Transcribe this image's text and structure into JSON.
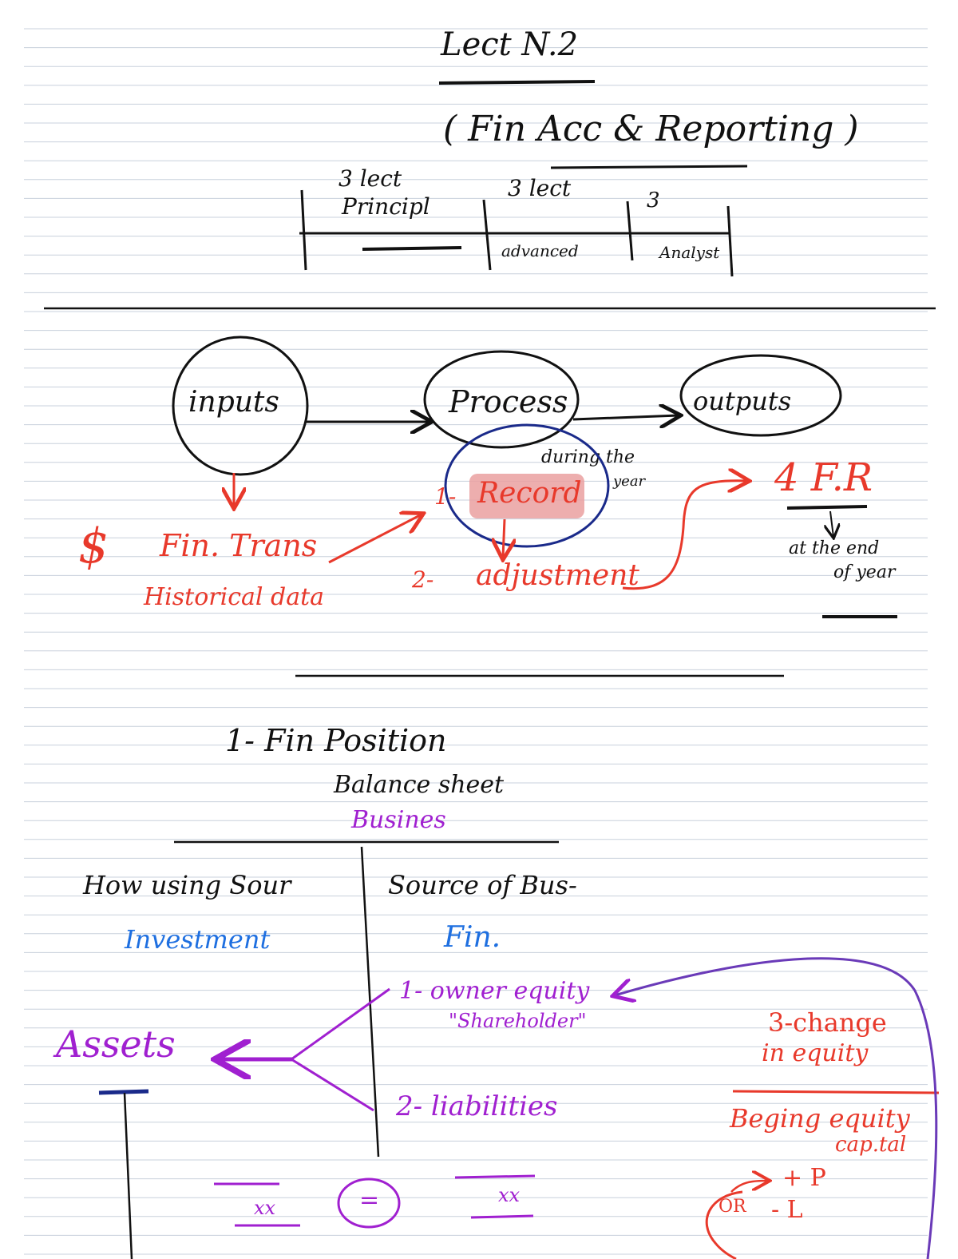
{
  "header": {
    "title": "Lect N.2",
    "subtitle": "( Fin Acc & Reporting )"
  },
  "timeline": {
    "seg1_top": "3 lect",
    "seg1_bottom": "Principl",
    "seg2_top": "3 lect",
    "seg2_bottom": "advanced",
    "seg3_top": "3",
    "seg3_bottom": "Analyst"
  },
  "flow": {
    "inputs": "inputs",
    "process": "Process",
    "outputs": "outputs",
    "fin_trans": "Fin. Trans",
    "historical": "Historical data",
    "dollar": "$",
    "record_num": "1-",
    "record": "Record",
    "during_the": "during the",
    "year": "year",
    "adjust_num": "2-",
    "adjustment": "adjustment",
    "fr": "4 F.R",
    "at_the_end": "at the end",
    "of_year": "of year"
  },
  "balance": {
    "heading": "1- Fin Position",
    "sheet": "Balance sheet",
    "business": "Busines",
    "left_header": "How using Sour",
    "left_sub": "Investment",
    "right_header": "Source of Bus-",
    "right_sub": "Fin.",
    "item1": "1- owner equity",
    "item1_note": "\"Shareholder\"",
    "item2": "2- liabilities",
    "assets": "Assets",
    "xx": "xx",
    "equals": "="
  },
  "equity": {
    "title": "3-change",
    "title2": "in equity",
    "begin": "Beging equity",
    "capital": "cap.tal",
    "or": "OR",
    "plus": "+ P",
    "minus": "- L"
  },
  "colors": {
    "ink": "#111111",
    "red": "#e8392b",
    "purple": "#a020d0",
    "blue": "#1e6fe0",
    "navy": "#1a2a8a",
    "rule": "#c8d0dc",
    "highlight": "#eaa0a0"
  }
}
